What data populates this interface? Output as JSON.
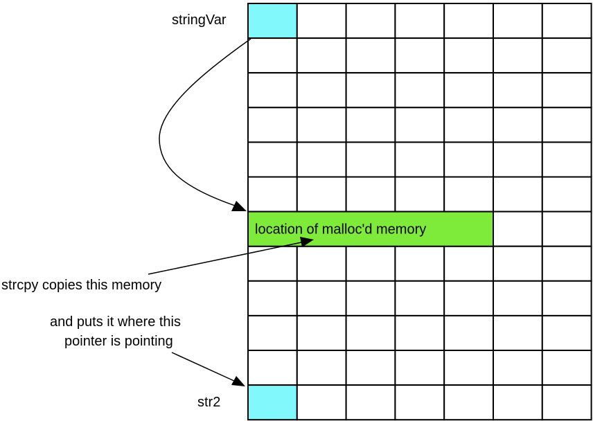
{
  "grid": {
    "columns": 7,
    "rows": 12,
    "colors": {
      "cell": "#ffffff",
      "pointer_cell": "#80f8fc",
      "malloc_block": "#7eea3a",
      "line": "#000000"
    },
    "pointer_cells": [
      {
        "row": 0,
        "col": 0
      },
      {
        "row": 11,
        "col": 0
      }
    ],
    "malloc_block": {
      "row": 6,
      "col_start": 0,
      "col_span": 5,
      "label": "location of malloc'd memory"
    }
  },
  "labels": {
    "string_var": "stringVar",
    "str2": "str2",
    "strcpy_note": "strcpy copies this memory",
    "puts_note_line1": "and puts it where this",
    "puts_note_line2": "pointer is pointing"
  }
}
